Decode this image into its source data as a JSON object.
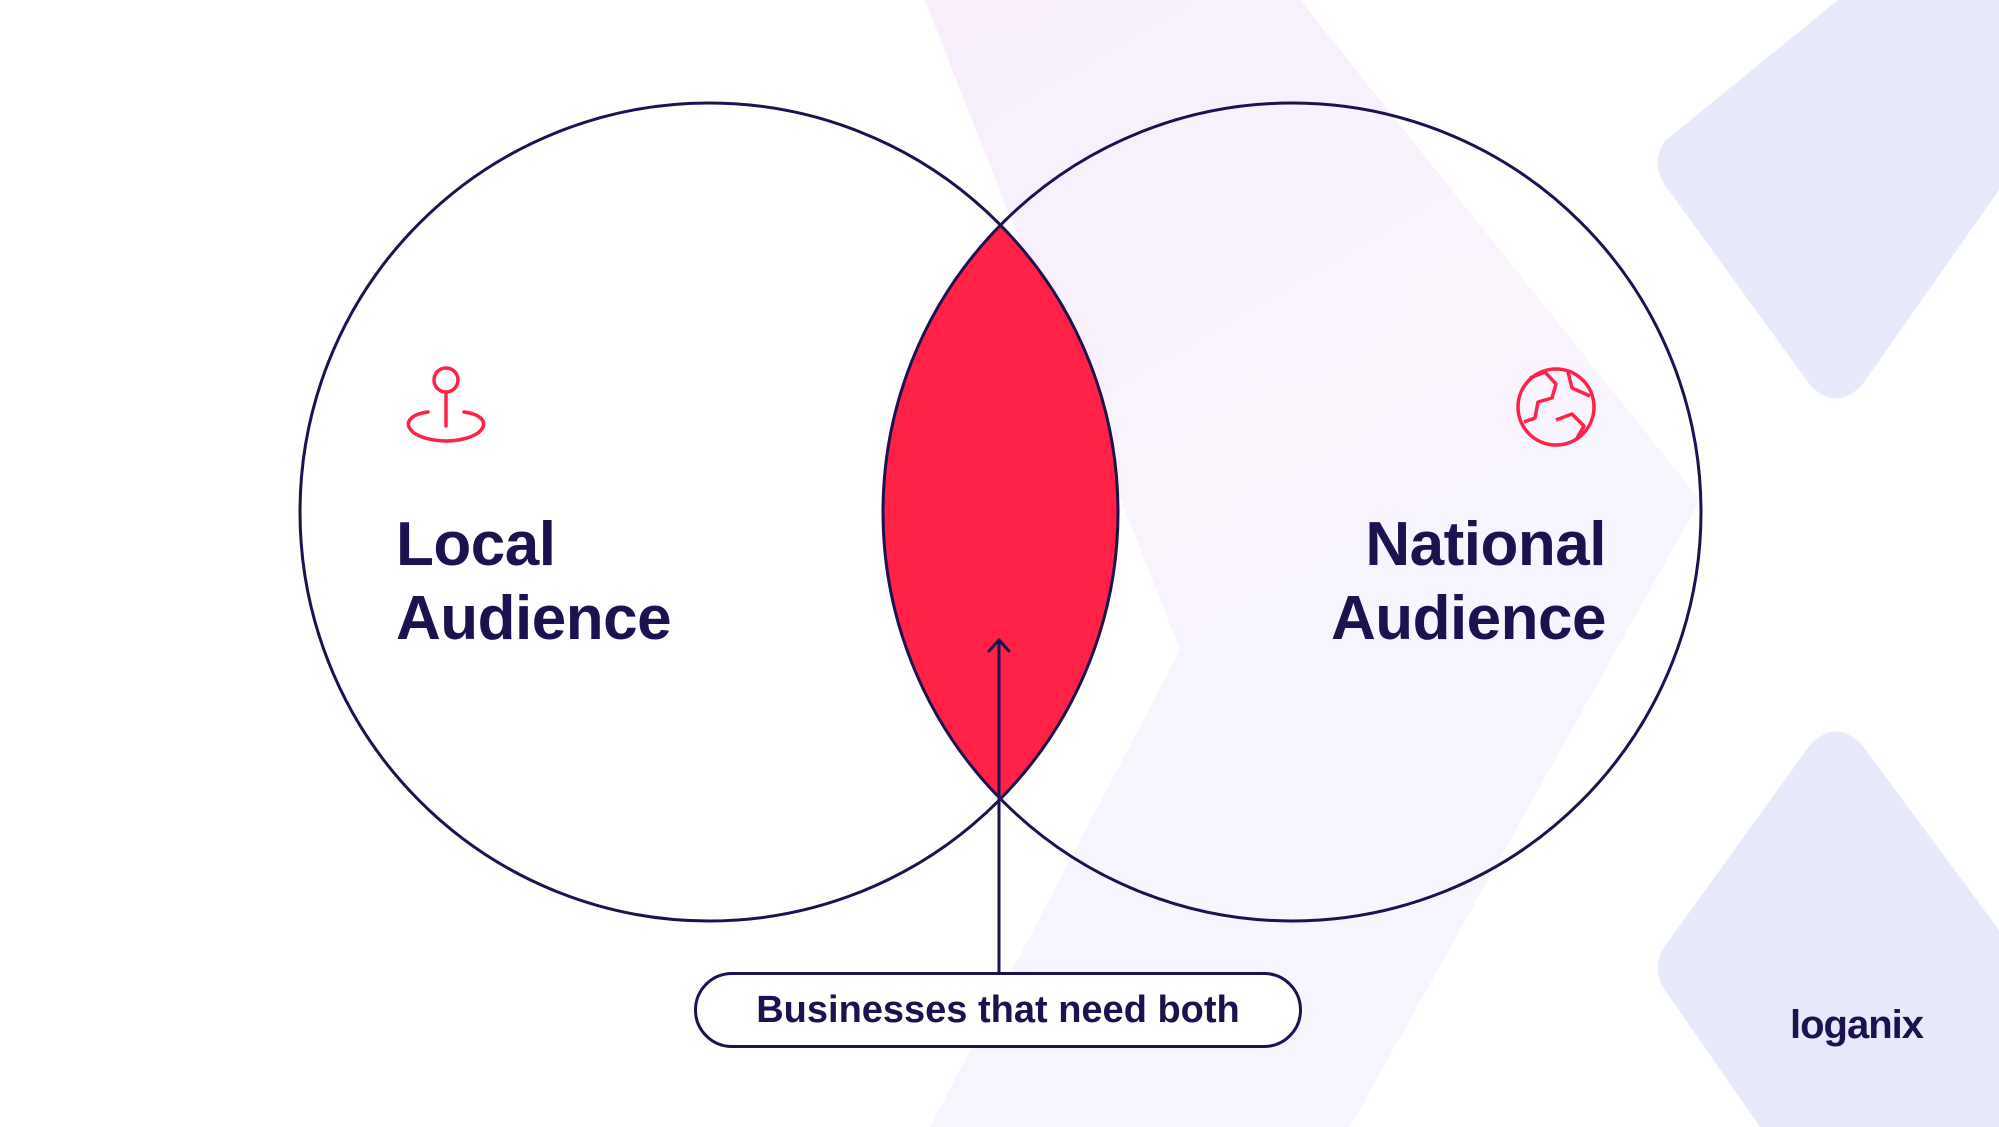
{
  "local": {
    "line1": "Local",
    "line2": "Audience",
    "icon": "location-pin-icon"
  },
  "national": {
    "line1": "National",
    "line2": "Audience",
    "icon": "globe-icon"
  },
  "callout": {
    "text": "Businesses that need both"
  },
  "brand": {
    "logo_text": "loganix"
  },
  "colors": {
    "navy": "#1d1250",
    "accent_red": "#ff2146",
    "bg_diamond": "#e6eafb",
    "bg_glow": "#f6ecfb"
  }
}
